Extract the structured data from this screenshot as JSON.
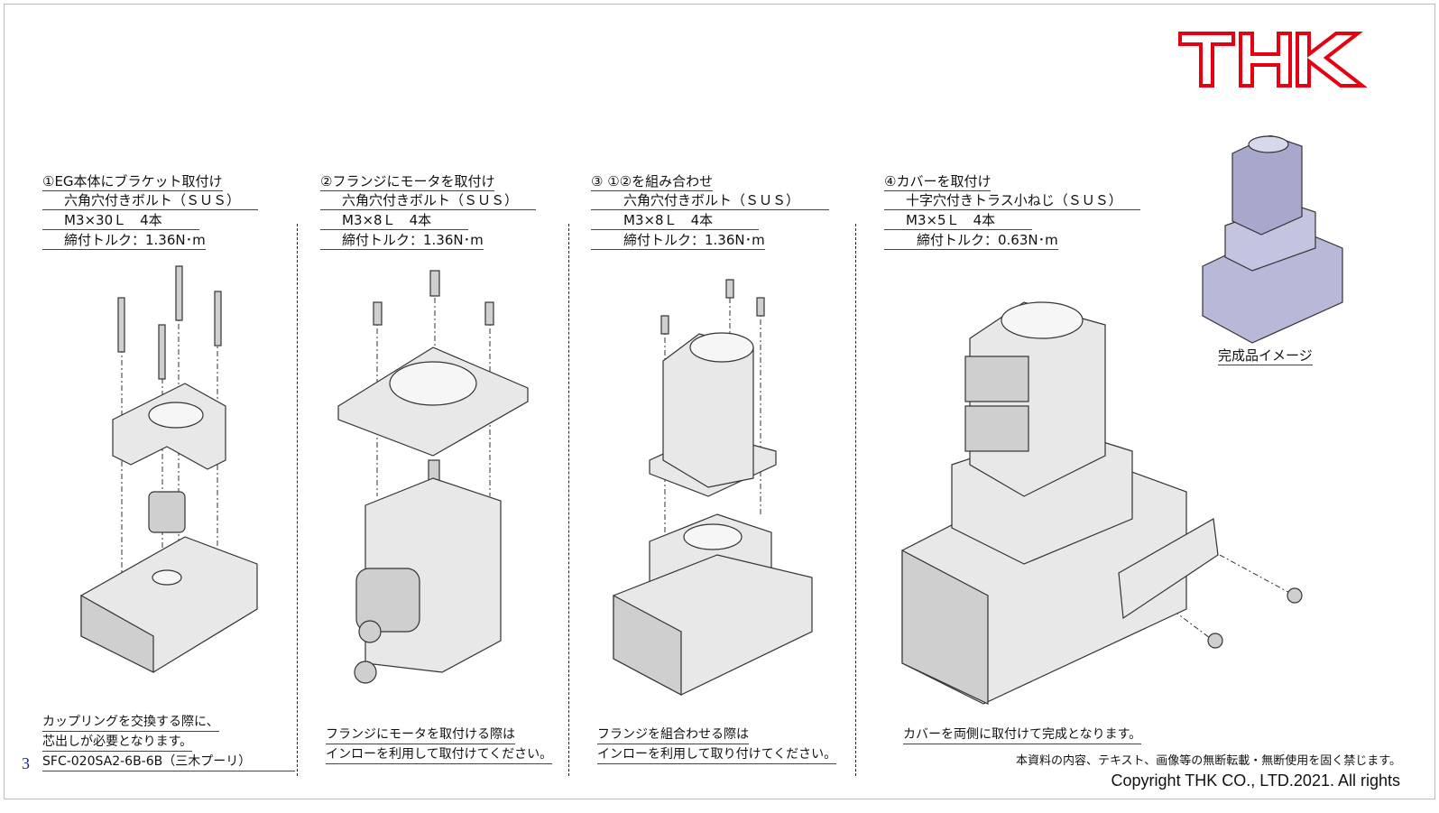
{
  "logo": "THK",
  "page_number": "3",
  "steps": [
    {
      "title": "①EG本体にブラケット取付け",
      "bolt": "六角穴付きボルト（ＳＵＳ）",
      "size": "M3×30Ｌ　4本",
      "torque": "締付トルク：1.36N･m"
    },
    {
      "title": "②フランジにモータを取付け",
      "bolt": "六角穴付きボルト（ＳＵＳ）",
      "size": "M3×8Ｌ　4本",
      "torque": "締付トルク：1.36N･m"
    },
    {
      "title": "③ ①②を組み合わせ",
      "bolt": "六角穴付きボルト（ＳＵＳ）",
      "size": "M3×8Ｌ　4本",
      "torque": "締付トルク：1.36N･m"
    },
    {
      "title": "④カバーを取付け",
      "bolt": "十字穴付きトラス小ねじ（ＳＵＳ）",
      "size": "M3×5Ｌ　4本",
      "torque": "締付トルク：0.63N･m"
    }
  ],
  "notes": [
    {
      "line1": "カップリングを交換する際に、",
      "line2": "芯出しが必要となります。",
      "line3": "SFC-020SA2-6B-6B（三木プーリ）"
    },
    {
      "line1": "フランジにモータを取付ける際は",
      "line2": "インローを利用して取付けてください。"
    },
    {
      "line1": "フランジを組合わせる際は",
      "line2": "インローを利用して取り付けてください。"
    },
    {
      "line1": "カバーを両側に取付けて完成となります。"
    }
  ],
  "finished_label": "完成品イメージ",
  "footer": {
    "notice": "本資料の内容、テキスト、画像等の無断転載・無断使用を固く禁じます。",
    "copyright": "Copyright THK CO., LTD.2021. All rights"
  },
  "colors": {
    "brand": "#e60012"
  }
}
